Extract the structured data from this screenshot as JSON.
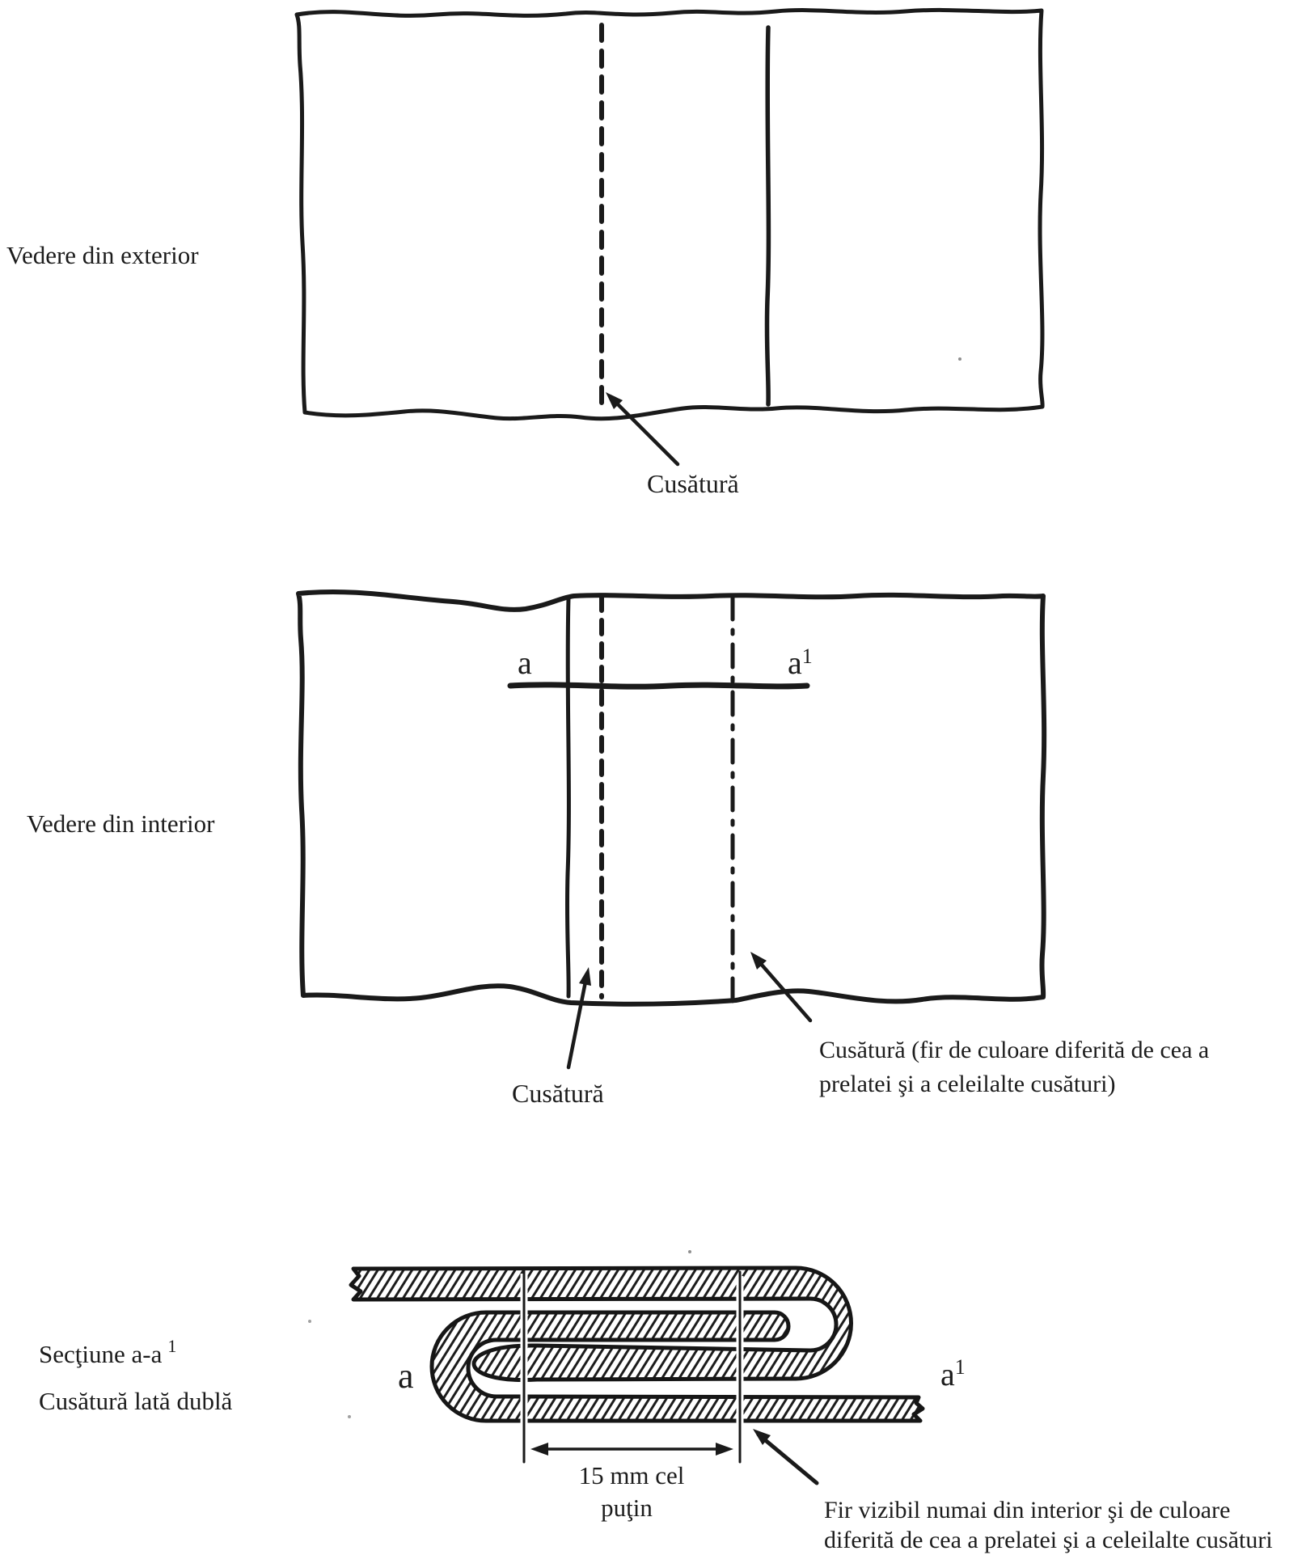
{
  "canvas": {
    "paper_color": "#ffffff",
    "ink_color": "#1a1a1a"
  },
  "exterior_view": {
    "caption": "Vedere din exterior",
    "seam_callout": "Cusătură"
  },
  "interior_view": {
    "caption": "Vedere din interior",
    "section_marker_left": "a",
    "section_marker_right_base": "a",
    "section_marker_right_sup": "1",
    "seam_callout": "Cusătură",
    "colored_seam_callout_line1": "Cusătură (fir de culoare diferită de cea a",
    "colored_seam_callout_line2": "prelatei şi a celeilalte cusături)"
  },
  "section_view": {
    "title_base": "Secţiune a-a",
    "title_sup": "1",
    "subtitle": "Cusătură lată dublă",
    "marker_left": "a",
    "marker_right_base": "a",
    "marker_right_sup": "1",
    "min_width_line1": "15 mm cel",
    "min_width_line2": "puţin",
    "thread_note_line1": "Fir vizibil numai din interior şi de culoare",
    "thread_note_line2": "diferită de cea a prelatei şi a celeilalte cusături"
  }
}
